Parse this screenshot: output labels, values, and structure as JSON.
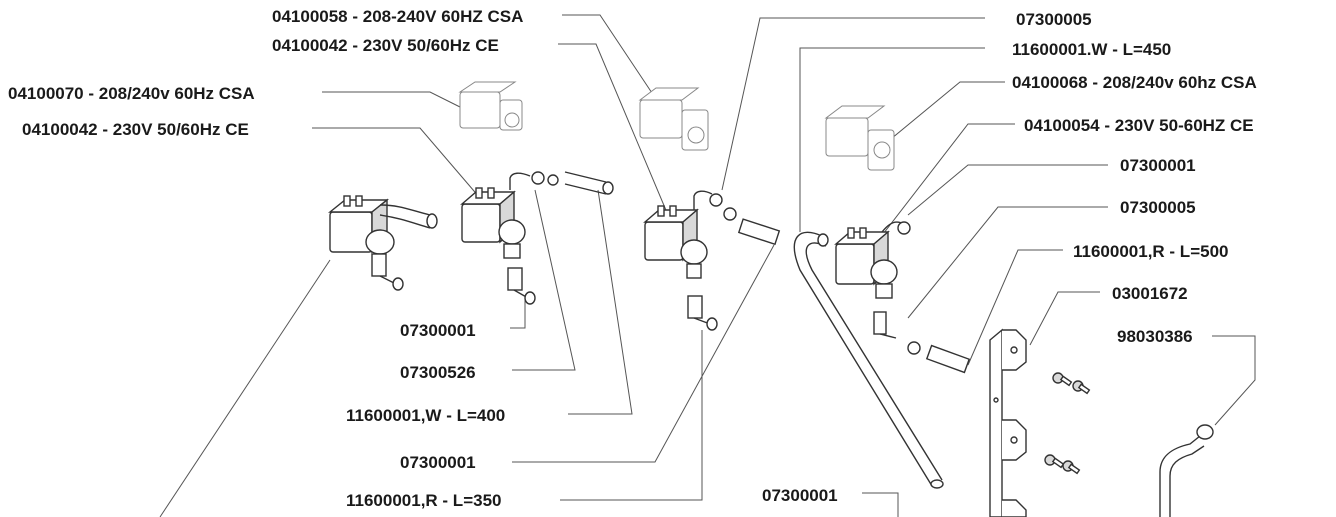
{
  "callouts": {
    "c1": "04100058 - 208-240V 60HZ CSA",
    "c2": "04100042 - 230V 50/60Hz CE",
    "c3": "04100070 - 208/240v 60Hz CSA",
    "c4": "04100042 - 230V 50/60Hz CE",
    "c5": "07300005",
    "c6": "11600001.W - L=450",
    "c7": "04100068 - 208/240v 60hz CSA",
    "c8": "04100054 - 230V 50-60HZ CE",
    "c9": "07300001",
    "c10": "07300005",
    "c11": "11600001,R - L=500",
    "c12": "03001672",
    "c13": "98030386",
    "c14": "07300001",
    "c15": "07300526",
    "c16": "11600001,W - L=400",
    "c17": "07300001",
    "c18": "11600001,R - L=350",
    "c19": "07300001"
  }
}
